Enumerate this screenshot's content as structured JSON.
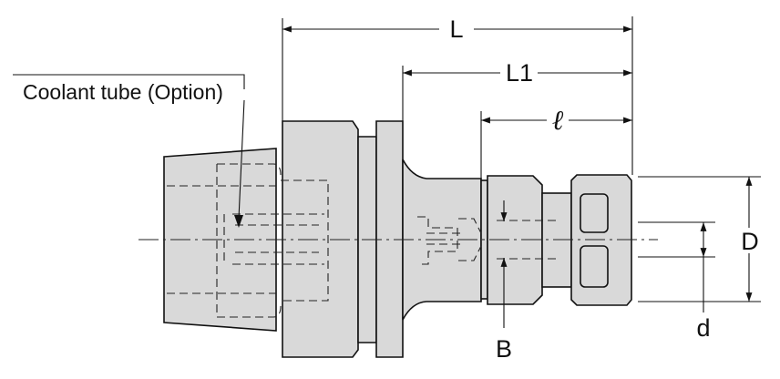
{
  "callout": {
    "coolant_tube": "Coolant tube (Option)"
  },
  "dimensions": {
    "overall_length": "L",
    "length_L1": "L1",
    "length_l": "ℓ",
    "outer_diameter": "D",
    "bore_diameter": "d",
    "diameter_B": "B"
  }
}
